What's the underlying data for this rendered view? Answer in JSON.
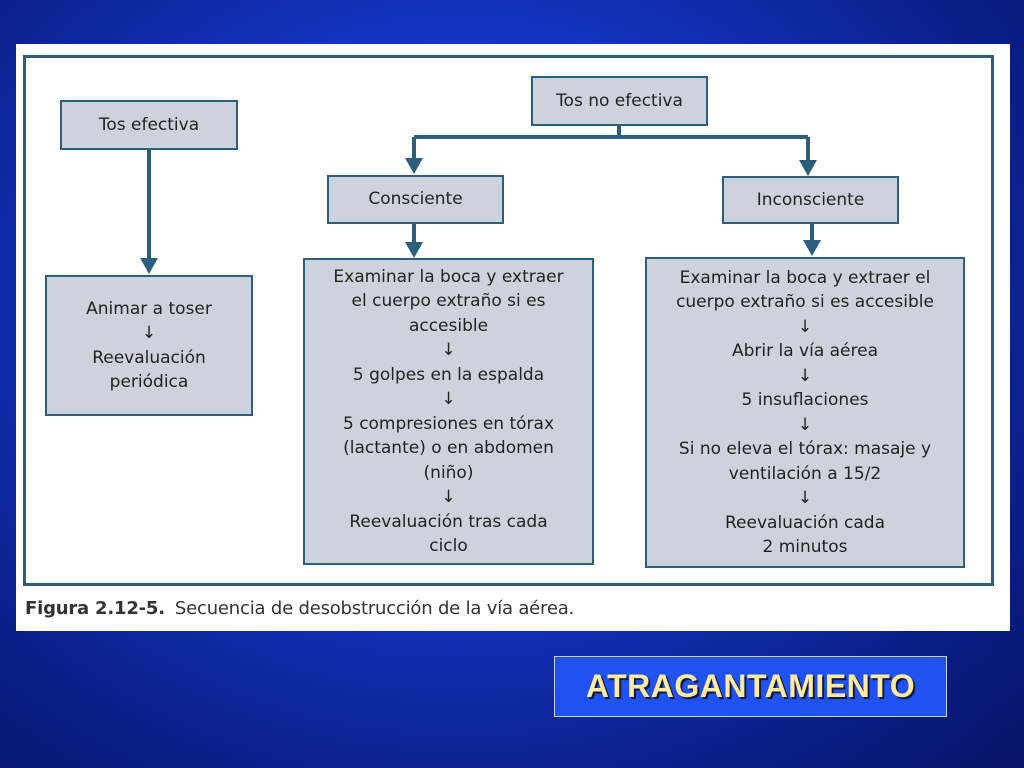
{
  "diagram": {
    "top_left": {
      "label": "Tos efectiva"
    },
    "top_center": {
      "label": "Tos no efectiva"
    },
    "conscious": {
      "label": "Consciente"
    },
    "unconscious": {
      "label": "Inconsciente"
    },
    "box_effective": {
      "lines": [
        "Animar a toser",
        "↓",
        "Reevaluación",
        "periódica"
      ]
    },
    "box_conscious": {
      "lines": [
        "Examinar la boca y extraer",
        "el cuerpo extraño si es",
        "accesible",
        "↓",
        "5 golpes en la espalda",
        "↓",
        "5 compresiones en tórax",
        "(lactante) o en abdomen",
        "(niño)",
        "↓",
        "Reevaluación tras cada",
        "ciclo"
      ]
    },
    "box_unconscious": {
      "lines": [
        "Examinar la boca y extraer el",
        "cuerpo extraño si es accesible",
        "↓",
        "Abrir la vía aérea",
        "↓",
        "5 insuflaciones",
        "↓",
        "Si no eleva el tórax: masaje y",
        "ventilación a 15/2",
        "↓",
        "Reevaluación cada",
        "2 minutos"
      ]
    },
    "caption": {
      "label": "Figura 2.12-5.",
      "text": "Secuencia de desobstrucción de la vía aérea."
    }
  },
  "slide_title": "ATRAGANTAMIENTO",
  "colors": {
    "background": "#1436c4",
    "box_fill": "#cdd3dd",
    "box_border": "#2b5f7d",
    "connector": "#2b5f7d",
    "title_box": "#1f52f0",
    "title_text": "#ffeaa0"
  }
}
